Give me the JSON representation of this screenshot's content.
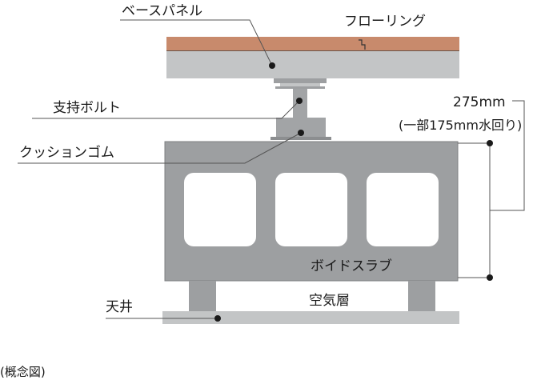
{
  "labels": {
    "base_panel": "ベースパネル",
    "flooring": "フローリング",
    "support_bolt": "支持ボルト",
    "cushion_rubber": "クッションゴム",
    "void_slab": "ボイドスラブ",
    "ceiling": "天井",
    "air_layer": "空気層",
    "dimension_main": "275mm",
    "dimension_sub": "(一部175mm水回り)",
    "caption": "(概念図)"
  },
  "colors": {
    "flooring": "#c88a6c",
    "panel": "#c3c5c6",
    "slab": "#9d9fa1",
    "slab_edge": "#7d7f81",
    "bolt": "#a2a4a6",
    "leader": "#555555",
    "text": "#1a1a1a"
  }
}
